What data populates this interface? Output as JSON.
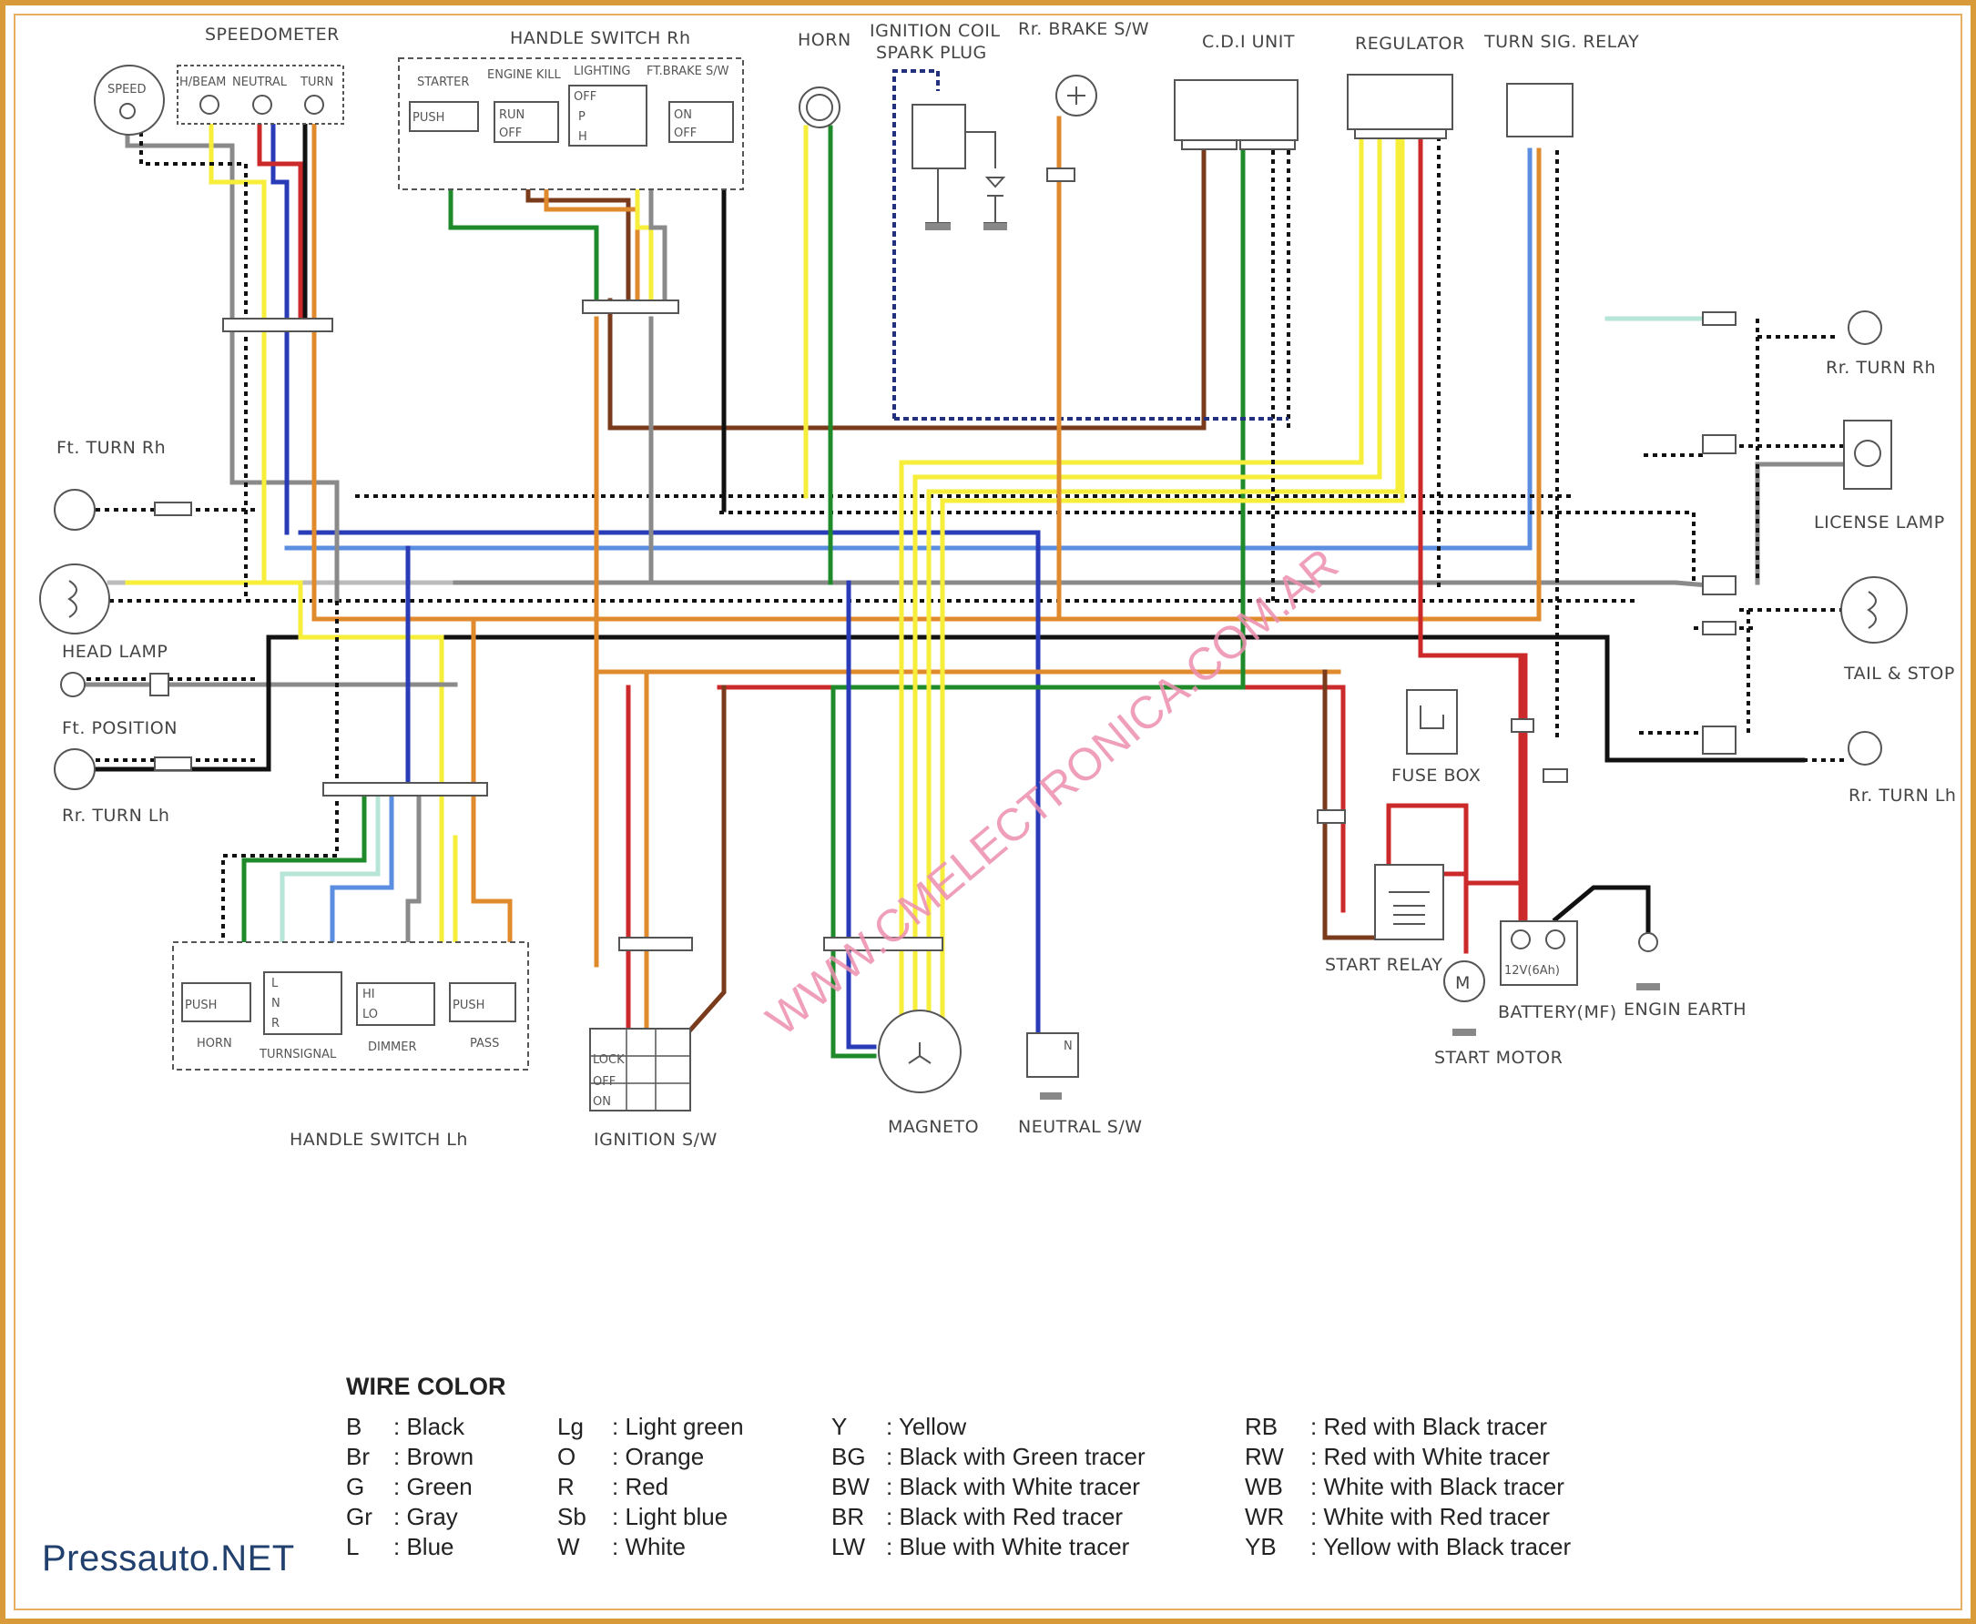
{
  "colors": {
    "frame": "#d99a3a",
    "brand": "#22406e",
    "watermark": "#ee8fb0",
    "wire_yellow": "#f6ee3a",
    "wire_orange": "#e08a2e",
    "wire_green": "#1f8a2a",
    "wire_blue": "#2a3bb8",
    "wire_lightblue": "#5b8ee0",
    "wire_red": "#cc2a2a",
    "wire_brown": "#7a3b1c",
    "wire_gray": "#8a8a8a",
    "wire_black": "#111111",
    "wire_lightgreen": "#b7e6d8"
  },
  "labels": {
    "speedometer": "SPEEDOMETER",
    "speed": "SPEED",
    "speedo_hbeam": "H/BEAM",
    "speedo_neutral": "NEUTRAL",
    "speedo_turn": "TURN",
    "handle_switch_rh": "HANDLE SWITCH Rh",
    "starter": "STARTER",
    "engine_kill": "ENGINE KILL",
    "lighting": "LIGHTING",
    "ft_brake_sw": "FT.BRAKE S/W",
    "push": "PUSH",
    "run": "RUN",
    "off": "OFF",
    "on": "ON",
    "p": "P",
    "h": "H",
    "horn": "HORN",
    "ignition_coil": "IGNITION COIL",
    "spark_plug": "SPARK PLUG",
    "rr_brake_sw": "Rr. BRAKE S/W",
    "cdi_unit": "C.D.I UNIT",
    "regulator": "REGULATOR",
    "turn_sig_relay": "TURN SIG. RELAY",
    "ft_turn_rh": "Ft. TURN Rh",
    "head_lamp": "HEAD LAMP",
    "ft_position": "Ft. POSITION",
    "rr_turn_lh_left": "Rr. TURN Lh",
    "rr_turn_rh": "Rr. TURN Rh",
    "license_lamp": "LICENSE LAMP",
    "tail_stop": "TAIL & STOP",
    "rr_turn_lh_right": "Rr. TURN Lh",
    "fuse_box": "FUSE BOX",
    "start_relay": "START RELAY",
    "start_motor": "START MOTOR",
    "motor_m": "M",
    "battery": "BATTERY(MF)",
    "battery_rating": "12V(6Ah)",
    "engin_earth": "ENGIN EARTH",
    "magneto": "MAGNETO",
    "neutral_sw": "NEUTRAL S/W",
    "neutral_n": "N",
    "ignition_sw": "IGNITION S/W",
    "lock": "LOCK",
    "handle_switch_lh": "HANDLE SWITCH Lh",
    "sw_horn": "HORN",
    "sw_turnsignal": "TURNSIGNAL",
    "sw_dimmer": "DIMMER",
    "sw_pass": "PASS",
    "hi": "HI",
    "lo": "LO",
    "l": "L",
    "n": "N",
    "r": "R"
  },
  "watermark": "WWW.CMELECTRONICA.COM.AR",
  "brand": "Pressauto.NET",
  "legend": {
    "title": "WIRE COLOR",
    "columns": [
      [
        {
          "code": "B",
          "desc": ": Black"
        },
        {
          "code": "Br",
          "desc": ": Brown"
        },
        {
          "code": "G",
          "desc": ": Green"
        },
        {
          "code": "Gr",
          "desc": ": Gray"
        },
        {
          "code": "L",
          "desc": ": Blue"
        }
      ],
      [
        {
          "code": "Lg",
          "desc": ": Light green"
        },
        {
          "code": "O",
          "desc": ": Orange"
        },
        {
          "code": "R",
          "desc": ": Red"
        },
        {
          "code": "Sb",
          "desc": ": Light blue"
        },
        {
          "code": "W",
          "desc": ": White"
        }
      ],
      [
        {
          "code": "Y",
          "desc": ": Yellow"
        },
        {
          "code": "BG",
          "desc": ": Black with Green tracer"
        },
        {
          "code": "BW",
          "desc": ": Black with White tracer"
        },
        {
          "code": "BR",
          "desc": ": Black with Red tracer"
        },
        {
          "code": "LW",
          "desc": ": Blue with White tracer"
        }
      ],
      [
        {
          "code": "RB",
          "desc": ": Red with Black tracer"
        },
        {
          "code": "RW",
          "desc": ": Red with White tracer"
        },
        {
          "code": "WB",
          "desc": ": White with Black tracer"
        },
        {
          "code": "WR",
          "desc": ": White with Red tracer"
        },
        {
          "code": "YB",
          "desc": ": Yellow with Black tracer"
        }
      ]
    ]
  }
}
